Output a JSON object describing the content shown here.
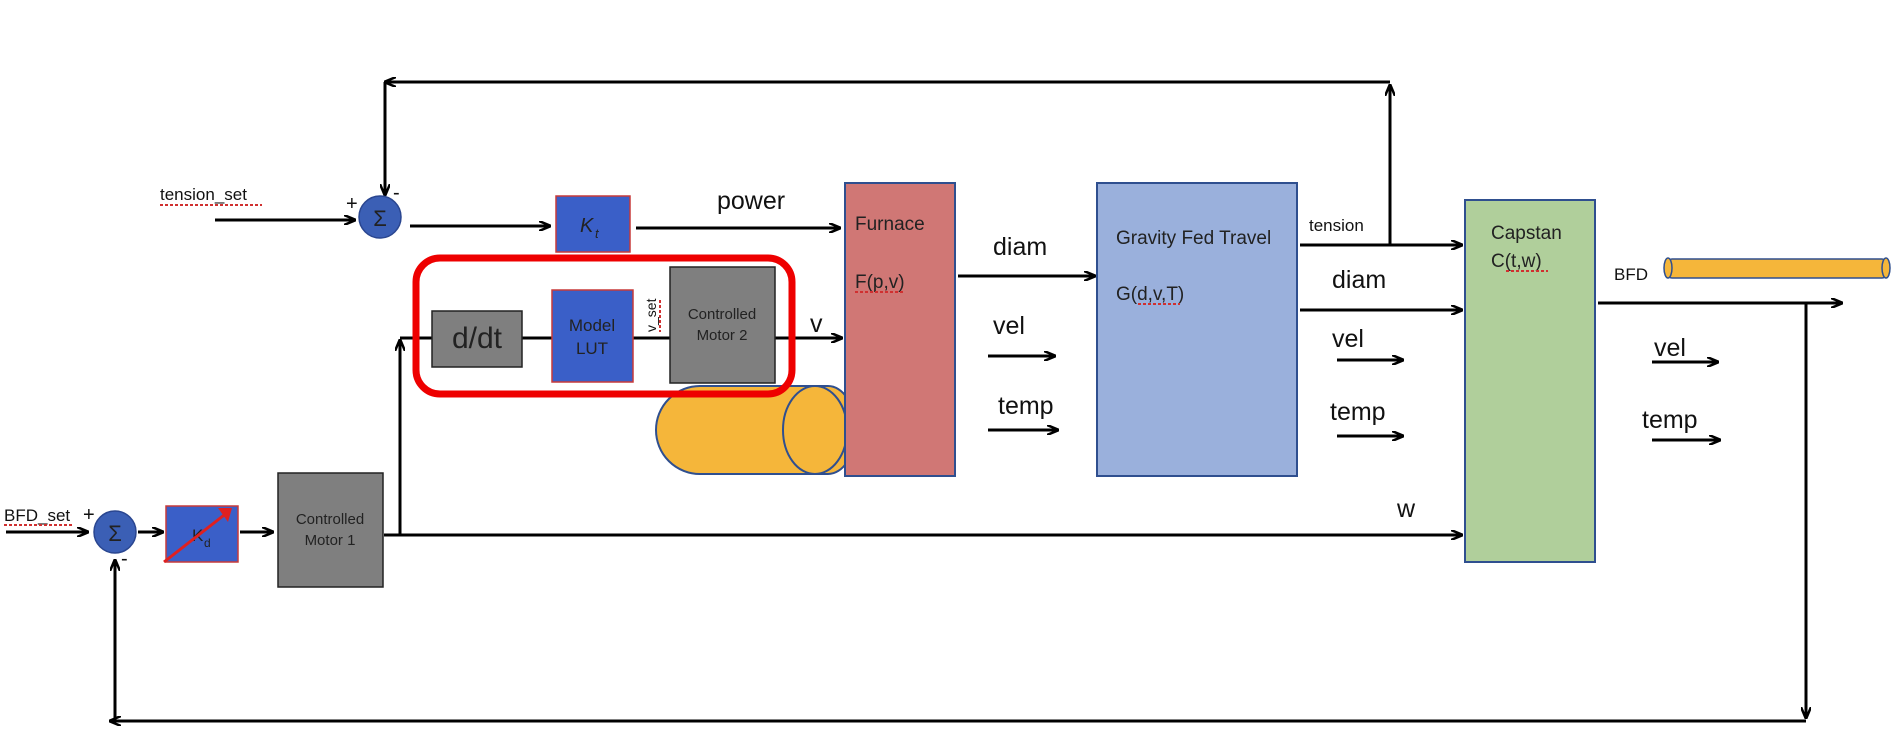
{
  "inputs": {
    "tension_set": "tension_set",
    "bfd_set": "BFD_set"
  },
  "summers": {
    "top": {
      "symbol": "Σ",
      "plus": "+",
      "minus": "-"
    },
    "bottom": {
      "symbol": "Σ",
      "plus": "+",
      "minus": "-"
    }
  },
  "blocks": {
    "kt": {
      "base": "K",
      "sub": "t"
    },
    "kd": {
      "base": "K",
      "sub": "d"
    },
    "ddt": "d/dt",
    "model_lut": {
      "line1": "Model",
      "line2": "LUT"
    },
    "motor2": {
      "line1": "Controlled",
      "line2": "Motor 2"
    },
    "motor1": {
      "line1": "Controlled",
      "line2": "Motor 1"
    },
    "furnace": {
      "line1": "Furnace",
      "line2": "F(p,v)"
    },
    "gravity": {
      "line1": "Gravity Fed Travel",
      "line2": "G(d,v,T)"
    },
    "capstan": {
      "line1": "Capstan",
      "line2": "C(t,w)"
    }
  },
  "signals": {
    "power": "power",
    "v_set": "v_set",
    "v": "v",
    "furnace_out": {
      "diam": "diam",
      "vel": "vel",
      "temp": "temp"
    },
    "gravity_out": {
      "tension": "tension",
      "diam": "diam",
      "vel": "vel",
      "temp": "temp"
    },
    "capstan_out": {
      "bfd": "BFD",
      "vel": "vel",
      "temp": "temp"
    },
    "w": "w"
  },
  "colors": {
    "blue_block": "#3a5fc8",
    "gray_block": "#7f7f7f",
    "furnace": "#d07775",
    "gravity": "#9ab0dc",
    "capstan": "#b0cf9b",
    "cylinder": "#f5b63a",
    "highlight": "#ee0000",
    "summer": "#3b5fb5"
  }
}
